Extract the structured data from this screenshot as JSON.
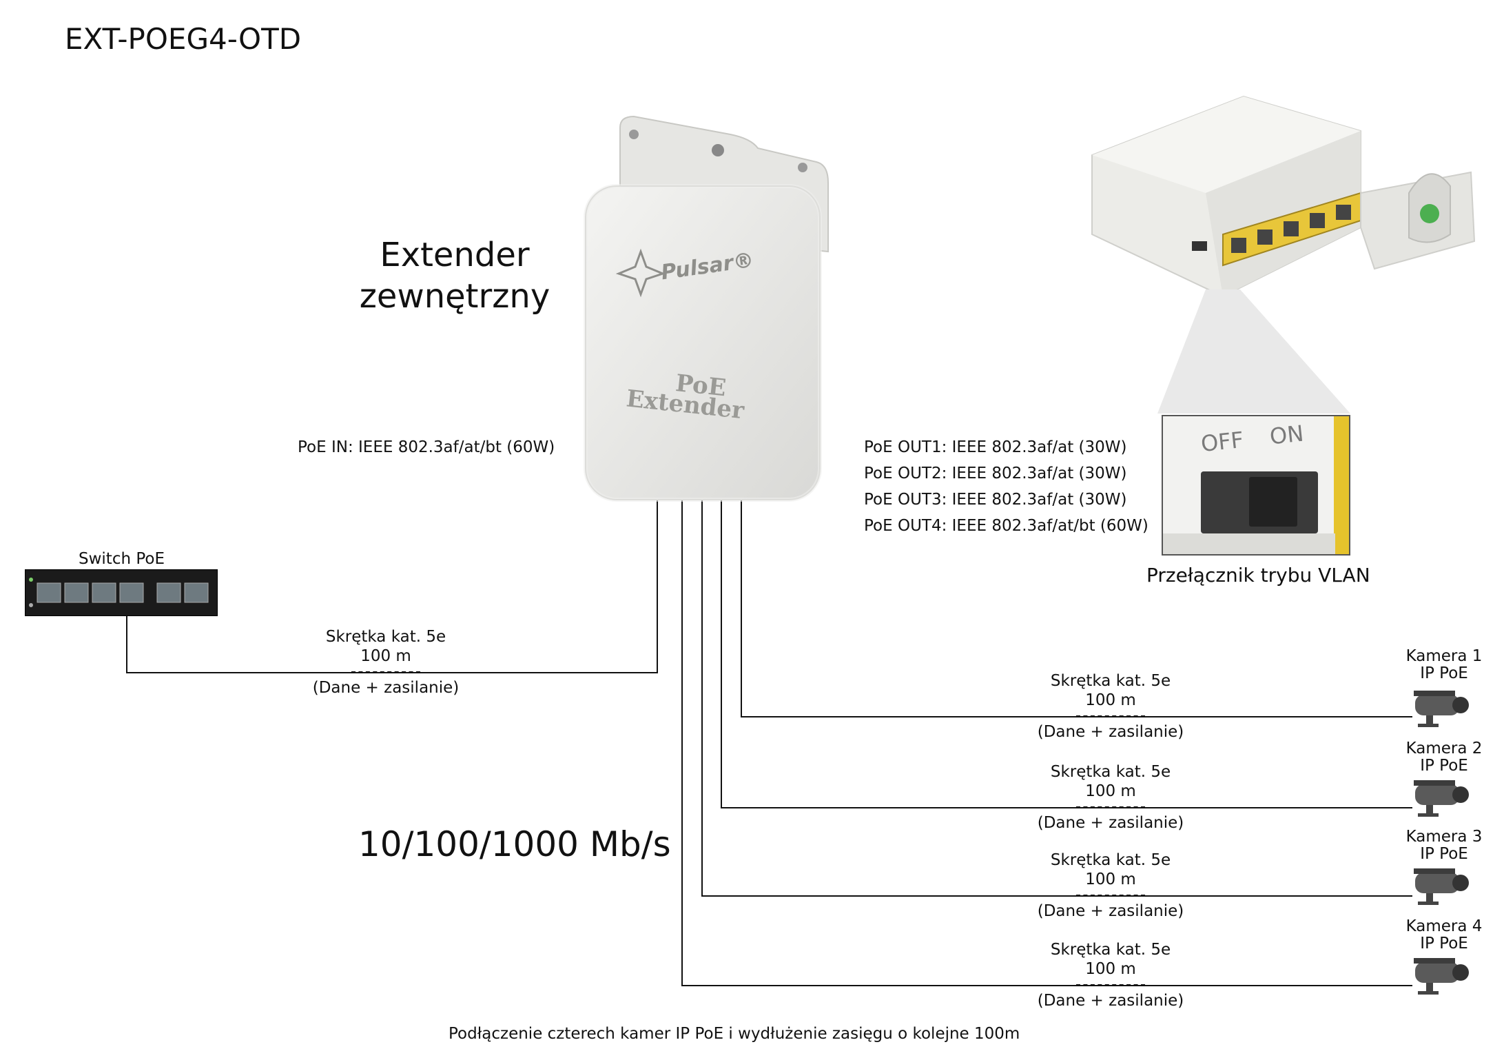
{
  "title": "EXT-POEG4-OTD",
  "extender": {
    "title_line1": "Extender",
    "title_line2": "zewnętrzny",
    "logo": "Pulsar®",
    "device_label_line1": "PoE",
    "device_label_line2": "Extender"
  },
  "poe_in": "PoE IN: IEEE 802.3af/at/bt (60W)",
  "poe_out": [
    "PoE OUT1: IEEE 802.3af/at (30W)",
    "PoE OUT2: IEEE 802.3af/at (30W)",
    "PoE OUT3: IEEE 802.3af/at (30W)",
    "PoE OUT4: IEEE 802.3af/at/bt (60W)"
  ],
  "switch_label": "Switch PoE",
  "vlan": {
    "label": "Przełącznik trybu VLAN",
    "off": "OFF",
    "on": "ON"
  },
  "speed": "10/100/1000 Mb/s",
  "cable": {
    "line1": "Skrętka kat. 5e",
    "line2": "100 m",
    "line3": "(Dane + zasilanie)"
  },
  "cameras": [
    {
      "line1": "Kamera 1",
      "line2": "IP PoE"
    },
    {
      "line1": "Kamera 2",
      "line2": "IP PoE"
    },
    {
      "line1": "Kamera 3",
      "line2": "IP PoE"
    },
    {
      "line1": "Kamera 4",
      "line2": "IP PoE"
    }
  ],
  "caption": "Podłączenie czterech kamer IP PoE i wydłużenie zasięgu o kolejne 100m"
}
